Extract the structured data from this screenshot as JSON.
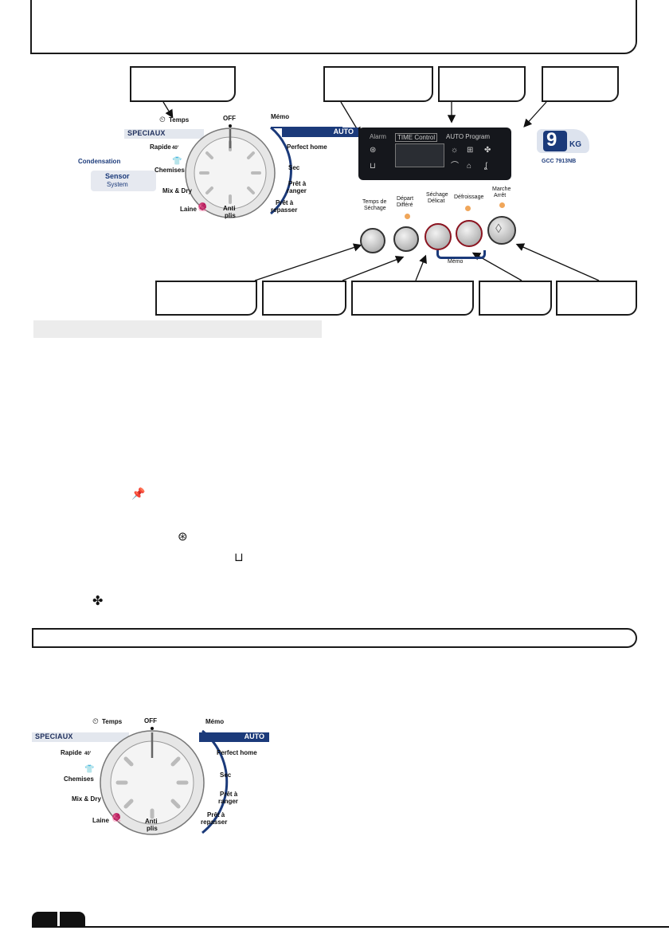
{
  "dial": {
    "off": "OFF",
    "temps": "Temps",
    "memo": "Mémo",
    "speciaux": "SPECIAUX",
    "auto": "AUTO",
    "rapide": "Rapide",
    "rapide_sub": "40'",
    "chemises": "Chemises",
    "mix_dry": "Mix & Dry",
    "laine": "Laine",
    "anti": "Anti",
    "plis": "plis",
    "perfect_home": "Perfect home",
    "sec": "Sec",
    "pret_ranger_1": "Prêt à",
    "pret_ranger_2": "ranger",
    "pret_repasser_1": "Prêt à",
    "pret_repasser_2": "repasser"
  },
  "sensor": {
    "condensation": "Condensation",
    "sensor": "Sensor",
    "system": "System"
  },
  "display_panel": {
    "alarm": "Alarm",
    "time_control": "TIME Control",
    "auto_program": "AUTO Program"
  },
  "capacity": {
    "number": "9",
    "unit": "KG",
    "model": "GCC 7913NB"
  },
  "buttons": {
    "temps_sechage_1": "Temps de",
    "temps_sechage_2": "Séchage",
    "depart_differe_1": "Départ",
    "depart_differe_2": "Différé",
    "sechage_delicat_1": "Séchage",
    "sechage_delicat_2": "Délicat",
    "defroissage": "Défroissage",
    "marche_1": "Marche",
    "marche_2": "Arrêt",
    "memo": "Mémo"
  },
  "colors": {
    "auto_blue": "#1b3a7a",
    "led_orange": "#f0a65a",
    "button_ring_red": "#8b1420"
  },
  "icons": [
    "clock-icon",
    "pin-icon",
    "alarm-filter-icon",
    "water-container-icon",
    "fan-icon",
    "shirt-icon",
    "wool-icon",
    "iron-icon",
    "hanger-icon"
  ]
}
